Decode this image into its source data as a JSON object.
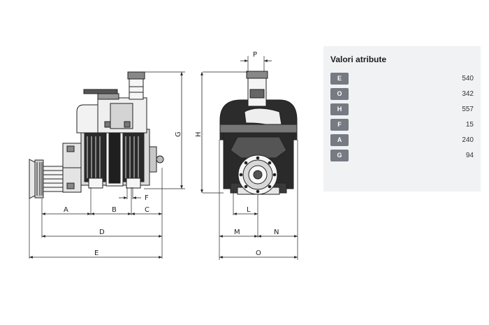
{
  "panel": {
    "title": "Valori atribute",
    "rows": [
      {
        "key": "E",
        "value": "540"
      },
      {
        "key": "O",
        "value": "342"
      },
      {
        "key": "H",
        "value": "557"
      },
      {
        "key": "F",
        "value": "15"
      },
      {
        "key": "A",
        "value": "240"
      },
      {
        "key": "G",
        "value": "94"
      }
    ]
  },
  "drawing": {
    "dimension_labels": {
      "A": "A",
      "B": "B",
      "C": "C",
      "D": "D",
      "E": "E",
      "F": "F",
      "G": "G",
      "H": "H",
      "L": "L",
      "M": "M",
      "N": "N",
      "O": "O",
      "P": "P"
    }
  },
  "colors": {
    "badge": "#767a82",
    "panel_bg": "#f1f2f4",
    "line": "#222222"
  }
}
